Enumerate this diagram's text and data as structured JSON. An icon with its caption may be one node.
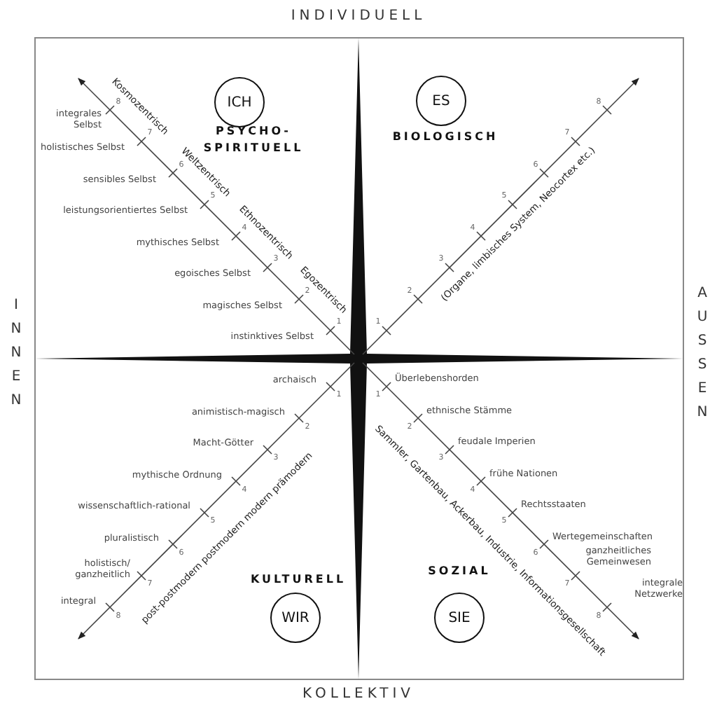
{
  "diagram": {
    "nodes": [
      {
        "text": [
          "ICH",
          "PSYCHO-SPIRITUELL"
        ]
      },
      {
        "text": [
          "ES",
          "BIOLOGISCH"
        ]
      },
      {
        "text": [
          "KULTURELL",
          "WIR"
        ]
      },
      {
        "text": [
          "SOZIAL",
          "SIE"
        ]
      }
    ],
    "labels": [
      "INDIVIDUELL",
      "INNEN",
      "AUSSEN",
      "Kosmozentrisch",
      "Weltzentrisch",
      "Ethnozentrisch",
      "Egozentrisch",
      "integrales Selbst",
      "holistisches Selbst",
      "sensibles Selbst",
      "leistungsorientiertes Selbst",
      "mythisches Selbst",
      "egoisches Selbst",
      "magisches Selbst",
      "instinktives Selbst",
      "8",
      "7",
      "6",
      "5",
      "4",
      "3",
      "2",
      "1",
      "8",
      "7",
      "6",
      "5",
      "4",
      "3",
      "2",
      "1",
      "(Organe, limbisches System, Neocortex etc.)",
      "archaisch",
      "animistisch-magisch",
      "Macht-Götter",
      "mythische Ordnung",
      "wissenschaftlich-rational",
      "pluralistisch",
      "holistisch/ ganzheitlich",
      "integral",
      "1",
      "2",
      "3",
      "4",
      "5",
      "6",
      "7",
      "8",
      "post-postmodern postmodern modern prämodern",
      "Überlebenshorden",
      "ethnische Stämme",
      "feudale Imperien",
      "frühe Nationen",
      "Rechtsstaaten",
      "Wertegemeinschaften",
      "ganzheitliches Gemeinwesen",
      "integrale Netzwerke",
      "1",
      "2",
      "3",
      "4",
      "5",
      "6",
      "7",
      "8",
      "Sammler, Gartenbau, Ackerbau, Industrie, Informationsgesellschaft",
      "KOLLEKTIV"
    ]
  }
}
